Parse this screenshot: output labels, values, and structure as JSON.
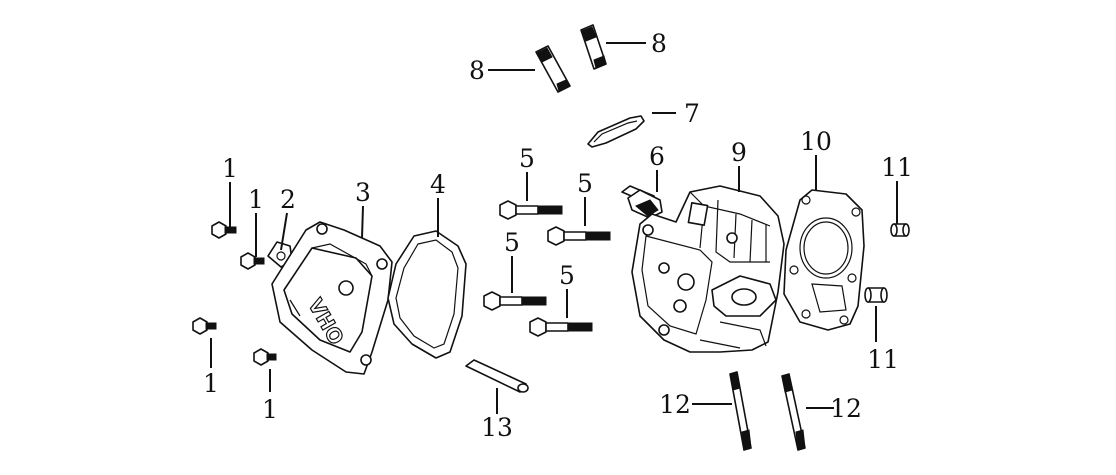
{
  "diagram": {
    "callouts": [
      {
        "id": "c1a",
        "text": "1"
      },
      {
        "id": "c1b",
        "text": "1"
      },
      {
        "id": "c1c",
        "text": "1"
      },
      {
        "id": "c1d",
        "text": "1"
      },
      {
        "id": "c2",
        "text": "2"
      },
      {
        "id": "c3",
        "text": "3"
      },
      {
        "id": "c4",
        "text": "4"
      },
      {
        "id": "c5a",
        "text": "5"
      },
      {
        "id": "c5b",
        "text": "5"
      },
      {
        "id": "c5c",
        "text": "5"
      },
      {
        "id": "c5d",
        "text": "5"
      },
      {
        "id": "c6",
        "text": "6"
      },
      {
        "id": "c7",
        "text": "7"
      },
      {
        "id": "c8a",
        "text": "8"
      },
      {
        "id": "c8b",
        "text": "8"
      },
      {
        "id": "c9",
        "text": "9"
      },
      {
        "id": "c10",
        "text": "10"
      },
      {
        "id": "c11a",
        "text": "11"
      },
      {
        "id": "c11b",
        "text": "11"
      },
      {
        "id": "c12a",
        "text": "12"
      },
      {
        "id": "c12b",
        "text": "12"
      },
      {
        "id": "c13",
        "text": "13"
      }
    ],
    "cover_logo_text": "OHV"
  }
}
